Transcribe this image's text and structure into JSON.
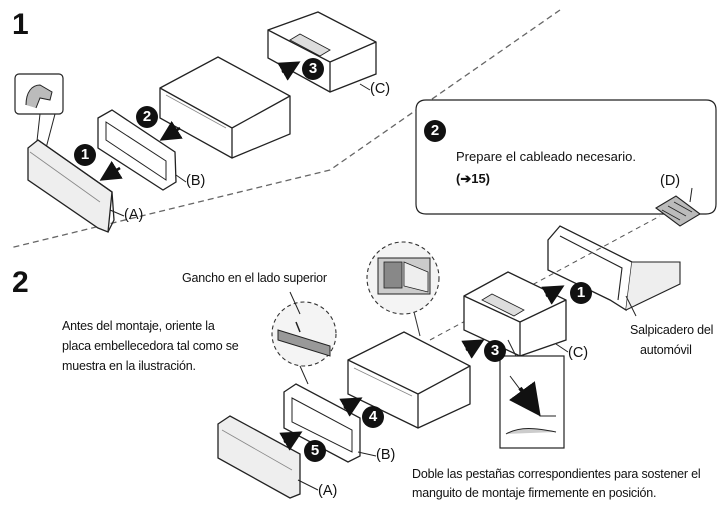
{
  "steps": {
    "one": "1",
    "two": "2"
  },
  "badges": {
    "n1": "1",
    "n2": "2",
    "n3": "3",
    "n4": "4",
    "n5": "5"
  },
  "labels": {
    "a": "(A)",
    "b": "(B)",
    "c": "(C)",
    "d": "(D)"
  },
  "prepare": {
    "line1": "Prepare el cableado necesario.",
    "ref": "(➔15)"
  },
  "hook": "Gancho en el lado superior",
  "before": [
    "Antes del montaje, oriente la",
    "placa embellecedora tal como se",
    "muestra en la ilustración."
  ],
  "dashboard": [
    "Salpicadero del",
    "automóvil"
  ],
  "bend": [
    "Doble las pestañas correspondientes para sostener el",
    "manguito de montaje firmemente en posición."
  ],
  "colors": {
    "line": "#222222",
    "dashed": "#555555",
    "panel": "#ffffff",
    "shade": "#d9d9d9"
  }
}
